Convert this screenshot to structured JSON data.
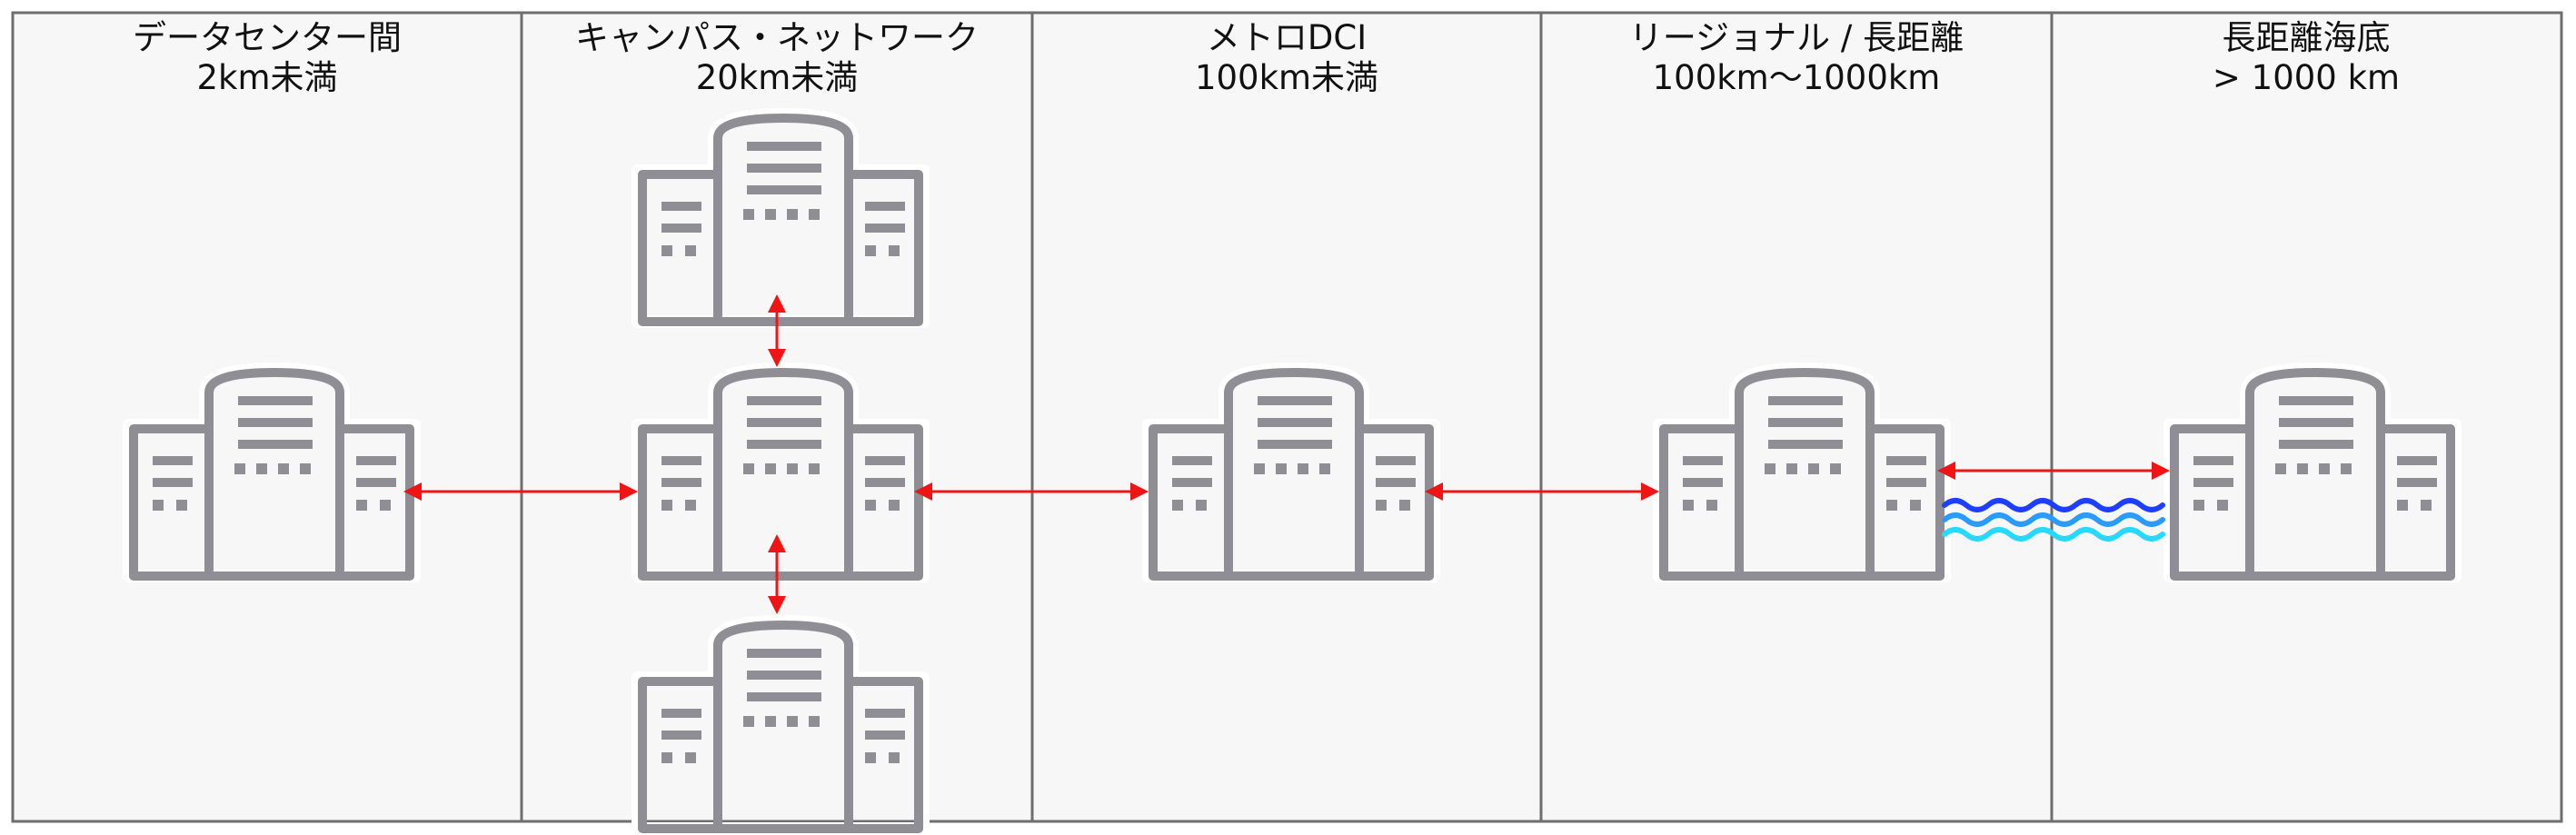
{
  "panels": [
    {
      "title_line1": "データセンター間",
      "title_line2": "2km未満"
    },
    {
      "title_line1": "キャンパス・ネットワーク",
      "title_line2": "20km未満"
    },
    {
      "title_line1": "メトロDCI",
      "title_line2": "100km未満"
    },
    {
      "title_line1": "リージョナル / 長距離",
      "title_line2": "100km〜1000km"
    },
    {
      "title_line1": "長距離海底",
      "title_line2": "> 1000 km"
    }
  ],
  "icons": {
    "building": "datacenter-building-icon",
    "link": "double-arrow-icon",
    "water": "ocean-waves-icon"
  },
  "colors": {
    "panel_background": "#f7f7f7",
    "panel_border": "#6e6e6e",
    "building": "#8f8e95",
    "link_arrow": "#f01414",
    "wave_dark": "#1f3fff",
    "wave_mid": "#2a9bff",
    "wave_light": "#26d9ff"
  }
}
